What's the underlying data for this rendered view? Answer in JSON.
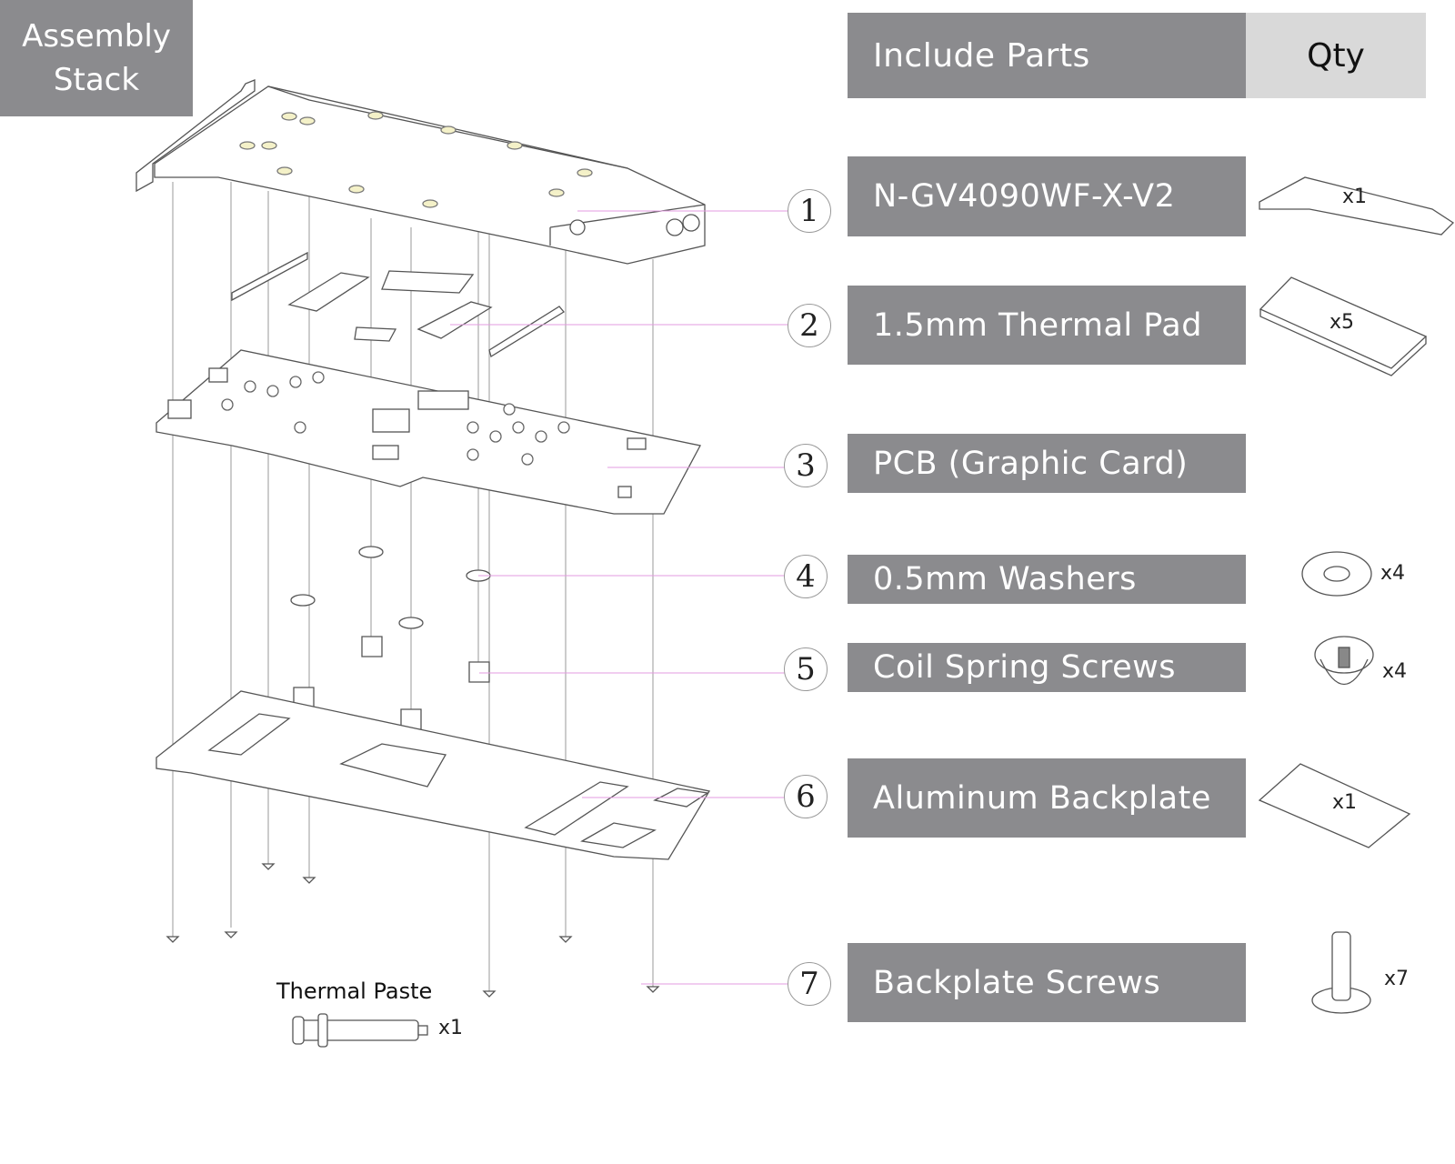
{
  "title": {
    "line1": "Assembly",
    "line2": "Stack"
  },
  "header": {
    "parts": "Include Parts",
    "qty": "Qty"
  },
  "parts": [
    {
      "num": "1",
      "label": "N-GV4090WF-X-V2",
      "qty": "x1"
    },
    {
      "num": "2",
      "label": "1.5mm Thermal Pad",
      "qty": "x5"
    },
    {
      "num": "3",
      "label": "PCB (Graphic Card)",
      "qty": ""
    },
    {
      "num": "4",
      "label": "0.5mm Washers",
      "qty": "x4"
    },
    {
      "num": "5",
      "label": "Coil Spring Screws",
      "qty": "x4"
    },
    {
      "num": "6",
      "label": "Aluminum Backplate",
      "qty": "x1"
    },
    {
      "num": "7",
      "label": "Backplate Screws",
      "qty": "x7"
    }
  ],
  "paste": {
    "label": "Thermal Paste",
    "qty": "x1"
  },
  "colors": {
    "box": "#8b8b8e",
    "qty_header": "#d9d9d9",
    "leader": "#e39be0"
  }
}
